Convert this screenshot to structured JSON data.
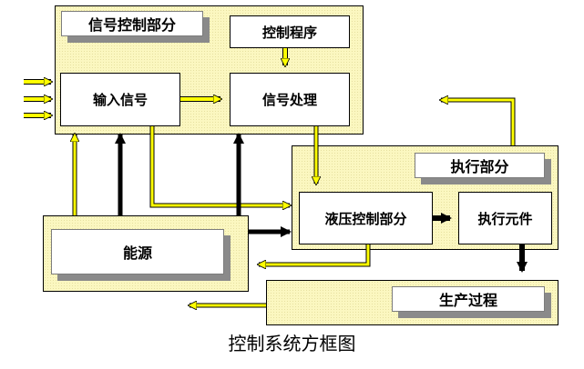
{
  "diagram": {
    "caption": "控制系统方框图",
    "signal_section": {
      "title": "信号控制部分",
      "blocks": {
        "input": "输入信号",
        "program": "控制程序",
        "processing": "信号处理"
      }
    },
    "execution_section": {
      "title": "执行部分",
      "blocks": {
        "hydraulic": "液压控制部分",
        "actuator": "执行元件"
      }
    },
    "energy_section": {
      "title": "能源"
    },
    "production_section": {
      "title": "生产过程"
    },
    "colors": {
      "signal_arrow": "#ffff00",
      "power_arrow": "#000000",
      "panel": "#fbf7c0",
      "shadow": "#8a8a8a"
    }
  }
}
